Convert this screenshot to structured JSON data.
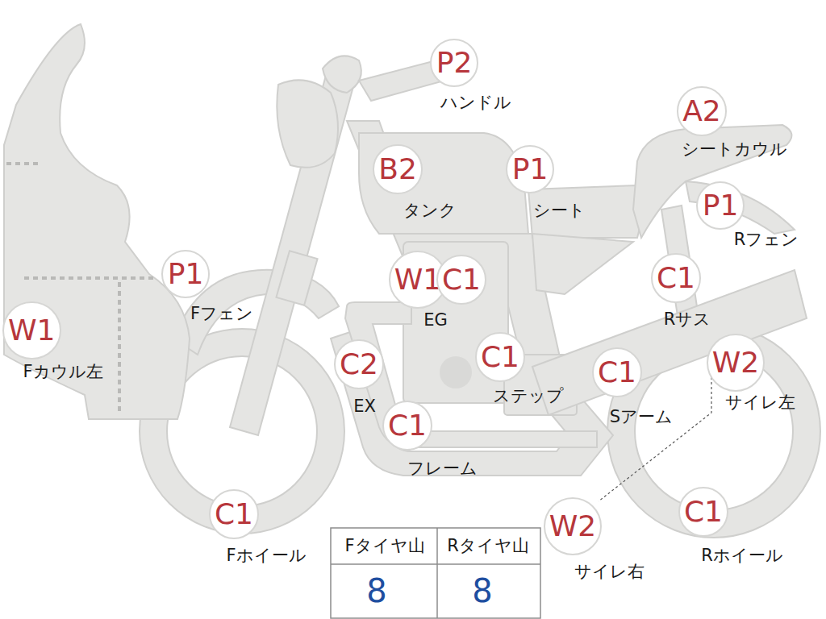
{
  "diagram": {
    "nodes": [
      {
        "text": [
          "P2"
        ]
      },
      {
        "text": [
          "A2"
        ]
      },
      {
        "text": [
          "B2"
        ]
      },
      {
        "text": [
          "P1"
        ]
      },
      {
        "text": [
          "P1"
        ]
      },
      {
        "text": [
          "P1"
        ]
      },
      {
        "text": [
          "W1"
        ]
      },
      {
        "text": [
          "C1"
        ]
      },
      {
        "text": [
          "C1"
        ]
      },
      {
        "text": [
          "W1"
        ]
      },
      {
        "text": [
          "C2"
        ]
      },
      {
        "text": [
          "C1"
        ]
      },
      {
        "text": [
          "W2"
        ]
      },
      {
        "text": [
          "C1"
        ]
      },
      {
        "text": [
          "C1"
        ]
      },
      {
        "text": [
          "C1"
        ]
      },
      {
        "text": [
          "W2"
        ]
      },
      {
        "text": [
          "C1"
        ]
      }
    ],
    "labels": [
      "ハンドル",
      "シートカウル",
      "タンク",
      "シート",
      "Rフェン",
      "Fフェン",
      "EG",
      "Rサス",
      "Fカウル左",
      "EX",
      "ステップ",
      "サイレ左",
      "Sアーム",
      "フレーム",
      "Fホイール",
      "サイレ右",
      "Rホイール",
      "Fタイヤ山",
      "Rタイヤ山",
      "8",
      "8"
    ]
  }
}
